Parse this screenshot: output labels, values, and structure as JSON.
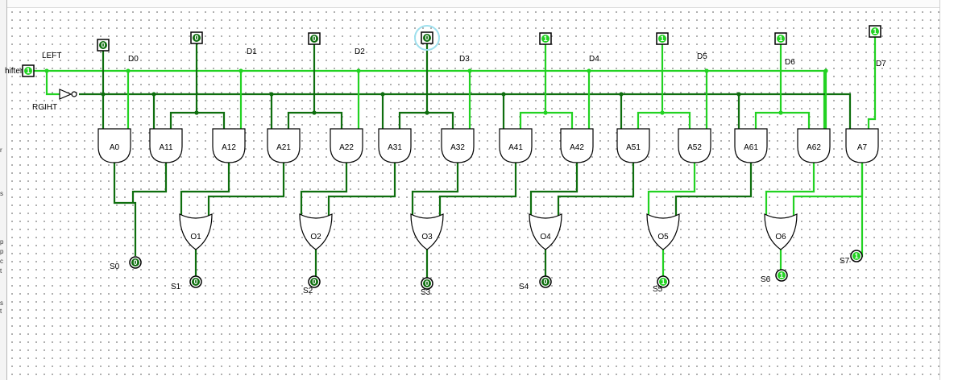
{
  "colors": {
    "wire_on": "#22d222",
    "wire_off": "#0e6e0e",
    "gate_stroke": "#000000"
  },
  "shifter_input": {
    "label": "hifter",
    "value": "1"
  },
  "direction_labels": {
    "left": "LEFT",
    "right": "RGIHT"
  },
  "data_inputs": [
    {
      "label": "D0",
      "value": "0"
    },
    {
      "label": "D1",
      "value": "0"
    },
    {
      "label": "D2",
      "value": "0"
    },
    {
      "label": "D3",
      "value": "0"
    },
    {
      "label": "D4",
      "value": "1"
    },
    {
      "label": "D5",
      "value": "1"
    },
    {
      "label": "D6",
      "value": "1"
    },
    {
      "label": "D7",
      "value": "1"
    }
  ],
  "and_gates": [
    "A0",
    "A11",
    "A12",
    "A21",
    "A22",
    "A31",
    "A32",
    "A41",
    "A42",
    "A51",
    "A52",
    "A61",
    "A62",
    "A7"
  ],
  "or_gates": [
    "O1",
    "O2",
    "O3",
    "O4",
    "O5",
    "O6"
  ],
  "outputs": [
    {
      "label": "S0",
      "value": "0"
    },
    {
      "label": "S1",
      "value": "0"
    },
    {
      "label": "S2",
      "value": "0"
    },
    {
      "label": "S3",
      "value": "0"
    },
    {
      "label": "S4",
      "value": "0"
    },
    {
      "label": "S5",
      "value": "1"
    },
    {
      "label": "S6",
      "value": "1"
    },
    {
      "label": "S7",
      "value": "1"
    }
  ],
  "side_fragments": [
    "r",
    "s",
    "p",
    "p",
    "c",
    "t",
    "s",
    "t"
  ]
}
